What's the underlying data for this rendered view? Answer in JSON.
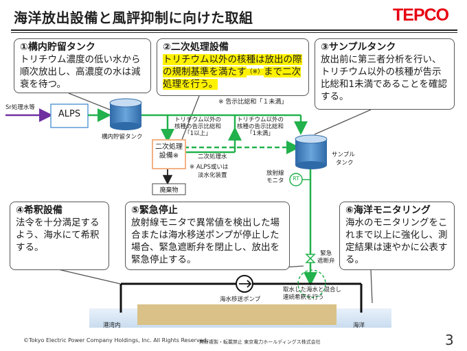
{
  "title": "海洋放出設備と風評抑制に向けた取組",
  "logo": "TEPCO",
  "boxes": {
    "b1": {
      "heading": "①構内貯留タンク",
      "body": "トリチウム濃度の低い水から順次放出し、高濃度の水は減衰を待つ。"
    },
    "b2": {
      "heading": "②二次処理設備",
      "body_highlight": "トリチウム以外の核種は放出の際の規制基準を満たす",
      "body_mark": "（※）",
      "body_tail": "まで二次処理を行う。",
      "note": "※ 告示比総和「１未満」"
    },
    "b3": {
      "heading": "③サンプルタンク",
      "body": "放出前に第三者分析を行い、トリチウム以外の核種が告示比総和1未満であることを確認する。"
    },
    "b4": {
      "heading": "④希釈設備",
      "body": "法令を十分満足するよう、海水にて希釈する。"
    },
    "b5": {
      "heading": "⑤緊急停止",
      "body": "放射線モニタで異常値を検出した場合または海水移送ポンプが停止した場合、緊急遮断弁を閉止し、放出を緊急停止する。"
    },
    "b6": {
      "heading": "⑥海洋モニタリング",
      "body": "海水のモニタリングをこれまで以上に強化し、測定結果は速やかに公表する。"
    }
  },
  "diagram": {
    "sr_water": "Sr処理水等",
    "alps": "ALPS",
    "storage_tank": "構内貯留タンク",
    "label_ge1_l1": "トリチウム以外の",
    "label_ge1_l2": "核種の告示比総和",
    "label_ge1_l3": "「1以上」",
    "label_lt1_l1": "トリチウム以外の",
    "label_lt1_l2": "核種の告示比総和",
    "label_lt1_l3": "「1未満」",
    "secondary_l1": "二次処理",
    "secondary_l2": "設備※",
    "secondary_water": "二次処理水",
    "alps_note_l1": "※ ALPS或いは",
    "alps_note_l2": "淡水化装置",
    "waste": "廃棄物",
    "sample_tank_l1": "サンプル",
    "sample_tank_l2": "タンク",
    "monitor_l1": "放射線",
    "monitor_l2": "モニタ",
    "rt": "RT",
    "valve_l1": "緊急",
    "valve_l2": "遮断弁",
    "pump": "海水移送ポンプ",
    "mix_l1": "取水した海水と混合し",
    "mix_l2": "連続希釈を行う",
    "harbor": "港湾内",
    "ocean": "海洋"
  },
  "footer": {
    "copyright": "©Tokyo Electric Power Company Holdings, Inc.  All Rights Reserved.",
    "notice": "無断複製・転載禁止  東京電力ホールディングス株式会社",
    "page": "3"
  },
  "colors": {
    "green": "#22b14c",
    "purple": "#7030a0",
    "highlight": "#fff200",
    "tepco_red": "#e60012",
    "tank": "#3a78b8",
    "sand": "#d9c187"
  }
}
